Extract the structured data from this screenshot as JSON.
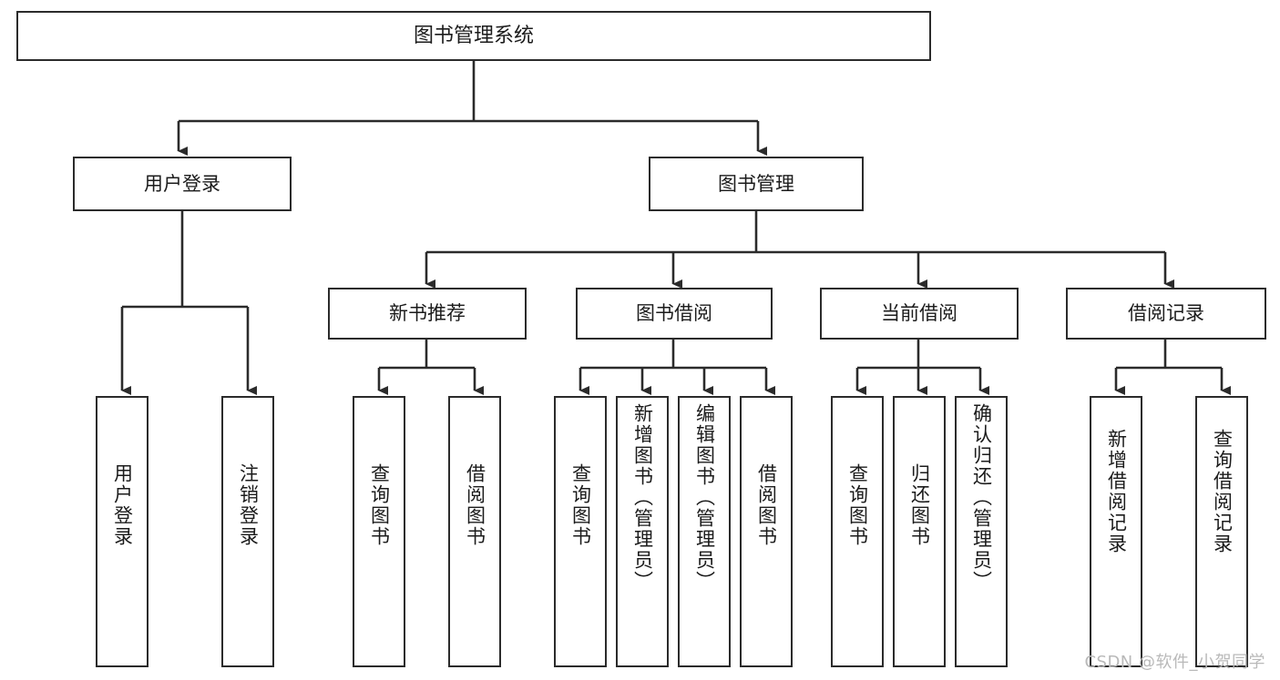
{
  "diagram": {
    "title": "图书管理系统",
    "type": "tree-hierarchy",
    "root": {
      "label": "图书管理系统"
    },
    "level2": [
      {
        "label": "用户登录"
      },
      {
        "label": "图书管理"
      }
    ],
    "level3": [
      {
        "label": "新书推荐"
      },
      {
        "label": "图书借阅"
      },
      {
        "label": "当前借阅"
      },
      {
        "label": "借阅记录"
      }
    ],
    "leaves": {
      "user_login": [
        {
          "label": "用户登录"
        },
        {
          "label": "注销登录"
        }
      ],
      "new_book_recommend": [
        {
          "label": "查询图书"
        },
        {
          "label": "借阅图书"
        }
      ],
      "book_borrow": [
        {
          "label": "查询图书"
        },
        {
          "label": "新增图书（管理员）"
        },
        {
          "label": "编辑图书（管理员）"
        },
        {
          "label": "借阅图书"
        }
      ],
      "current_borrow": [
        {
          "label": "查询图书"
        },
        {
          "label": "归还图书"
        },
        {
          "label": "确认归还（管理员）"
        }
      ],
      "borrow_record": [
        {
          "label": "新增借阅记录"
        },
        {
          "label": "查询借阅记录"
        }
      ]
    }
  },
  "watermark": {
    "text": "CSDN @软件_小贺同学"
  },
  "colors": {
    "stroke": "#2b2b2b",
    "text": "#1b1b1b",
    "background": "#ffffff",
    "watermark": "#b9b9b9"
  }
}
